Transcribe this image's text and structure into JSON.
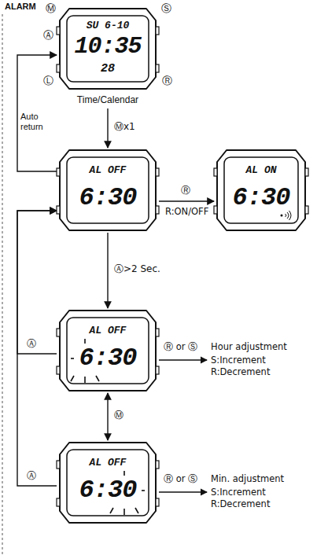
{
  "diagram": {
    "title": "ALARM",
    "nodes": [
      {
        "text": [
          "SU 6-10",
          "10:35",
          "28",
          "Time/Calendar"
        ]
      },
      {
        "text": [
          "AL OFF",
          "6:30"
        ]
      },
      {
        "text": [
          "AL ON",
          "6:30"
        ]
      },
      {
        "text": [
          "AL OFF",
          "6:30"
        ]
      },
      {
        "text": [
          "AL OFF",
          "6:30"
        ]
      }
    ],
    "edges": [
      {
        "from": 0,
        "to": 1,
        "arrow": "to",
        "label": "Ⓜx1"
      },
      {
        "from": 1,
        "to": 2,
        "arrow": "to",
        "label": "Ⓡ"
      },
      {
        "from": 1,
        "to": 3,
        "arrow": "to",
        "label": "Ⓐ>2 Sec."
      },
      {
        "from": 3,
        "to": 4,
        "arrow": "both",
        "label": "Ⓜ"
      },
      {
        "from": 1,
        "to": 0,
        "arrow": "to",
        "label": "Auto return"
      },
      {
        "from": 3,
        "to": 1,
        "arrow": "to",
        "label": "Ⓐ"
      },
      {
        "from": 4,
        "to": 1,
        "arrow": "to",
        "label": "Ⓐ"
      }
    ],
    "labels": [
      "Ⓜ",
      "Ⓢ",
      "Ⓐ",
      "Ⓛ",
      "Ⓡ",
      "R:ON/OFF",
      "Ⓡ or Ⓢ",
      "Hour adjustment",
      "S:Increment",
      "R:Decrement",
      "Ⓡ or Ⓢ",
      "Min. adjustment",
      "S:Increment",
      "R:Decrement"
    ]
  }
}
